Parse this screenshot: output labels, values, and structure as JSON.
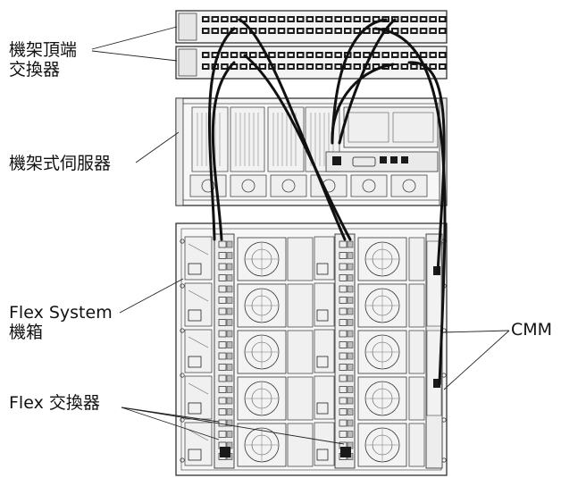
{
  "labels": {
    "tor_switch_line1": "機架頂端",
    "tor_switch_line2": "交換器",
    "rack_server": "機架式伺服器",
    "flex_chassis_line1": "Flex System",
    "flex_chassis_line2": "機箱",
    "flex_switch": "Flex 交換器",
    "cmm": "CMM"
  },
  "colors": {
    "line": "#222222",
    "panel": "#f4f4f4",
    "port_dark": "#1a1a1a",
    "background": "#ffffff"
  }
}
